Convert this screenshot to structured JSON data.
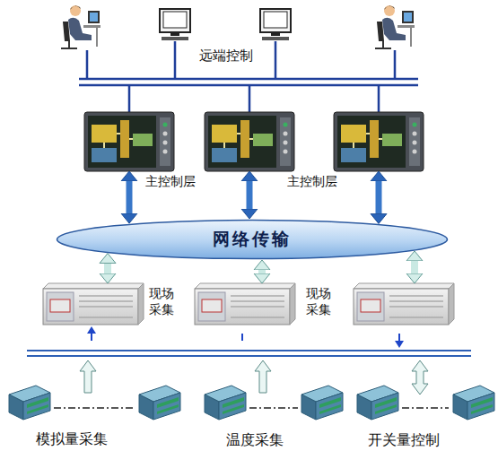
{
  "diagram": {
    "nodes": [
      {
        "text": [
          "主控制层"
        ]
      },
      {
        "text": [
          "主控制层"
        ]
      },
      {
        "text": []
      },
      {
        "text": [
          "网络传输"
        ]
      },
      {
        "text": [
          "现场采集"
        ]
      },
      {
        "text": [
          "现场采集"
        ]
      },
      {
        "text": []
      }
    ],
    "edges": [
      {
        "from": 0,
        "to": 3,
        "arrow": "both"
      },
      {
        "from": 1,
        "to": 3,
        "arrow": "both"
      },
      {
        "from": 2,
        "to": 3,
        "arrow": "both"
      },
      {
        "from": 3,
        "to": 4,
        "arrow": "both"
      },
      {
        "from": 3,
        "to": 5,
        "arrow": "both"
      },
      {
        "from": 3,
        "to": 6,
        "arrow": "both"
      }
    ],
    "labels": [
      "远端控制",
      "模拟量采集",
      "温度采集",
      "开关量控制"
    ]
  }
}
